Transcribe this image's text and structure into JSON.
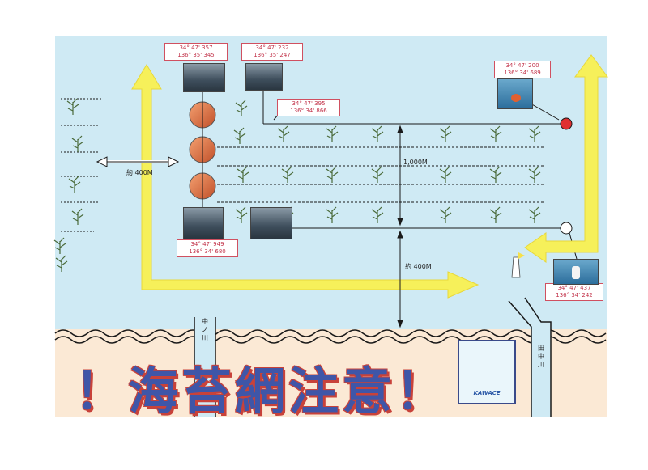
{
  "warning": {
    "text": "！海苔網注意！"
  },
  "labels": {
    "distance_top": "約 400M",
    "distance_net": "1,000M",
    "distance_shore": "約 400M",
    "river_left": "中ノ川",
    "river_right": "田中川"
  },
  "coordinates": {
    "c1": {
      "lat": "34° 47' 357",
      "lon": "136° 35' 345"
    },
    "c2": {
      "lat": "34° 47' 232",
      "lon": "136° 35' 247"
    },
    "c3": {
      "lat": "34° 47' 200",
      "lon": "136° 34' 689"
    },
    "c4": {
      "lat": "34° 47' 395",
      "lon": "136° 34' 866"
    },
    "c5": {
      "lat": "34° 47' 949",
      "lon": "136° 34' 680"
    },
    "c6": {
      "lat": "34° 47' 437",
      "lon": "136° 34' 242"
    }
  },
  "logo": {
    "text": "KAWACE",
    "icon": "sail-logo-icon"
  },
  "colors": {
    "sea": "#cfeaf4",
    "shore": "#fbe9d5",
    "arrow": "#f6f05a",
    "arrow_edge": "#e8d83a",
    "buoy_red": "#e03030",
    "warning_blue": "#3f56a8",
    "warning_red": "#c8423a"
  }
}
